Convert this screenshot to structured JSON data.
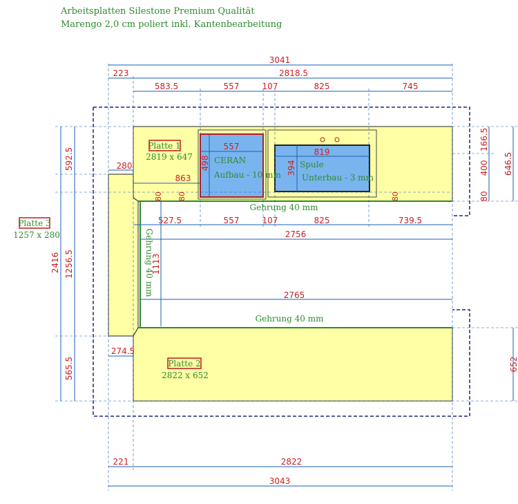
{
  "header": {
    "line1": "Arbeitsplatten Silestone Premium Qualität",
    "line2": "Marengo 2,0 cm poliert inkl. Kantenbearbeitung"
  },
  "plates": {
    "p1": {
      "name": "Platte 1",
      "size": "2819 x 647"
    },
    "p2": {
      "name": "Platte 2",
      "size": "2822 x 652"
    },
    "p3": {
      "name": "Platte 3",
      "size": "1257 x 280"
    }
  },
  "cutouts": {
    "ceran": {
      "name": "CERAN",
      "note": "Aufbau - 10 mm",
      "w": "557",
      "h": "498"
    },
    "spule": {
      "name": "Spule",
      "note": "Unterbau - 3 mm",
      "w": "819",
      "h": "394"
    }
  },
  "joints": {
    "upper": "Gehrung 40 mm",
    "lower": "Gehrung 40 mm",
    "vertical": "Gehrung 40 mm"
  },
  "dims": {
    "total_top": "3041",
    "top_right": "2818.5",
    "top_left": "223",
    "seg1": "583.5",
    "seg2": "557",
    "seg3": "107",
    "seg4": "825",
    "seg5": "745",
    "bseg1": "527.5",
    "bseg2": "557",
    "bseg3": "107",
    "bseg4": "825",
    "bseg5": "739.5",
    "inner_width": "2756",
    "mid_width": "2765",
    "left_280": "280",
    "depth_863": "863",
    "v5925": "592.5",
    "v2416": "2416",
    "v12565": "1256.5",
    "v5655": "565.5",
    "v1113": "1113",
    "v2745": "274.5",
    "r1665": "166.5",
    "r400": "400",
    "r80": "80",
    "r6465": "646.5",
    "r652": "652",
    "s80a": "80",
    "s80b": "80",
    "s80c": "80",
    "b221": "221",
    "b2822": "2822",
    "b3043": "3043"
  }
}
